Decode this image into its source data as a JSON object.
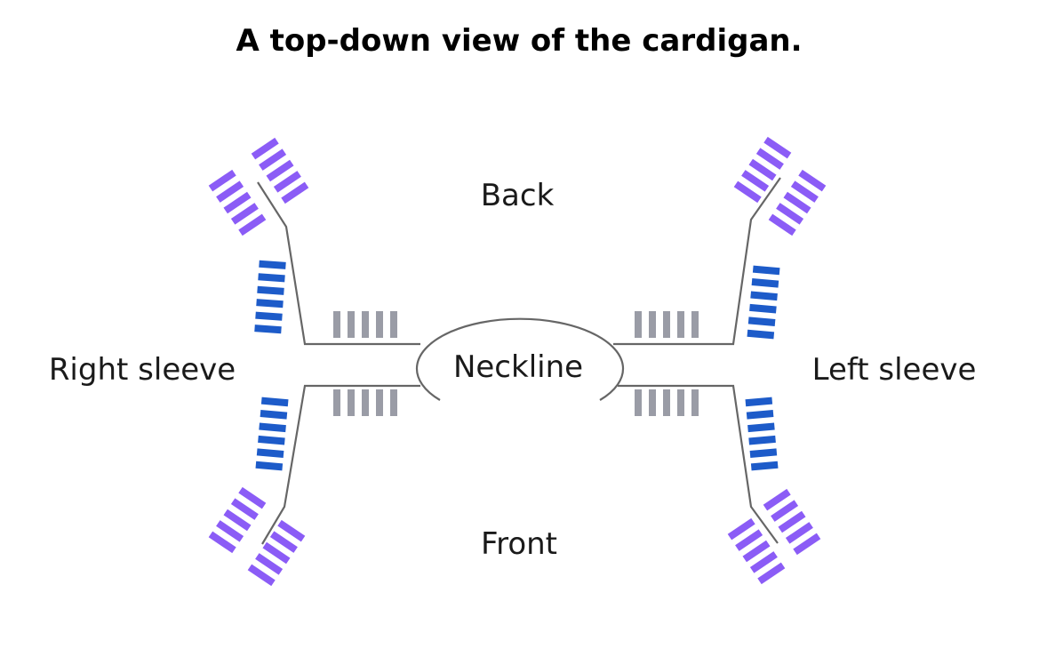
{
  "title": "A top-down view of the cardigan.",
  "labels": {
    "back": "Back",
    "front": "Front",
    "neckline": "Neckline",
    "right_sleeve": "Right sleeve",
    "left_sleeve": "Left sleeve"
  },
  "colors": {
    "purple": "#8b5cf6",
    "blue": "#1d5bc9",
    "gray": "#9a9ca6",
    "line": "#666666"
  },
  "stitch_groups": {
    "gray_marks_per_group": 5,
    "blue_marks_per_group": 6,
    "purple_marks_per_group": 5
  }
}
